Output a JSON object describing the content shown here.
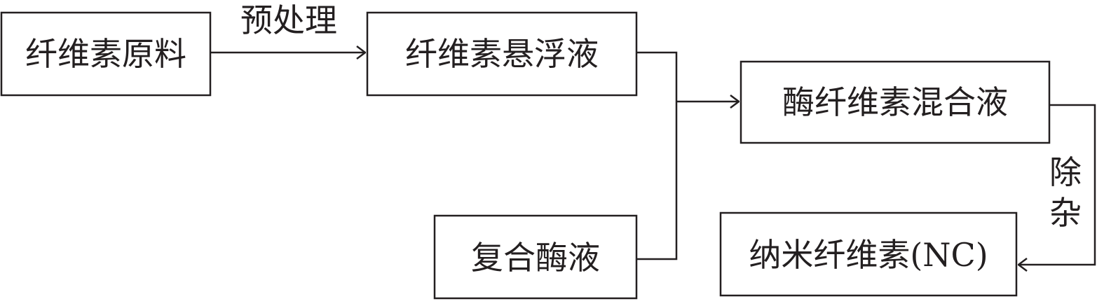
{
  "nodes": {
    "raw_material": "纤维素原料",
    "suspension": "纤维素悬浮液",
    "enzyme": "复合酶液",
    "mixture": "酶纤维素混合液",
    "product": "纳米纤维素(NC)"
  },
  "edges": {
    "pretreatment": "预处理",
    "purify_1": "除",
    "purify_2": "杂"
  }
}
